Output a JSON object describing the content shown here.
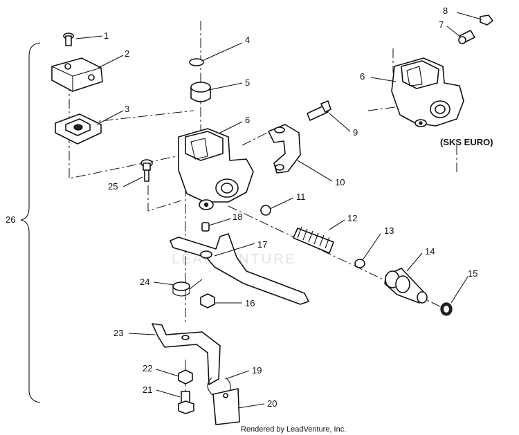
{
  "callouts": [
    "1",
    "2",
    "3",
    "4",
    "5",
    "6",
    "6",
    "7",
    "8",
    "9",
    "10",
    "11",
    "12",
    "13",
    "14",
    "15",
    "16",
    "17",
    "18",
    "19",
    "20",
    "21",
    "22",
    "23",
    "24",
    "25",
    "26"
  ],
  "variant_label": "(SKS EURO)",
  "watermark": "LEADVENTURE",
  "credit": "Rendered by LeadVenture, Inc."
}
